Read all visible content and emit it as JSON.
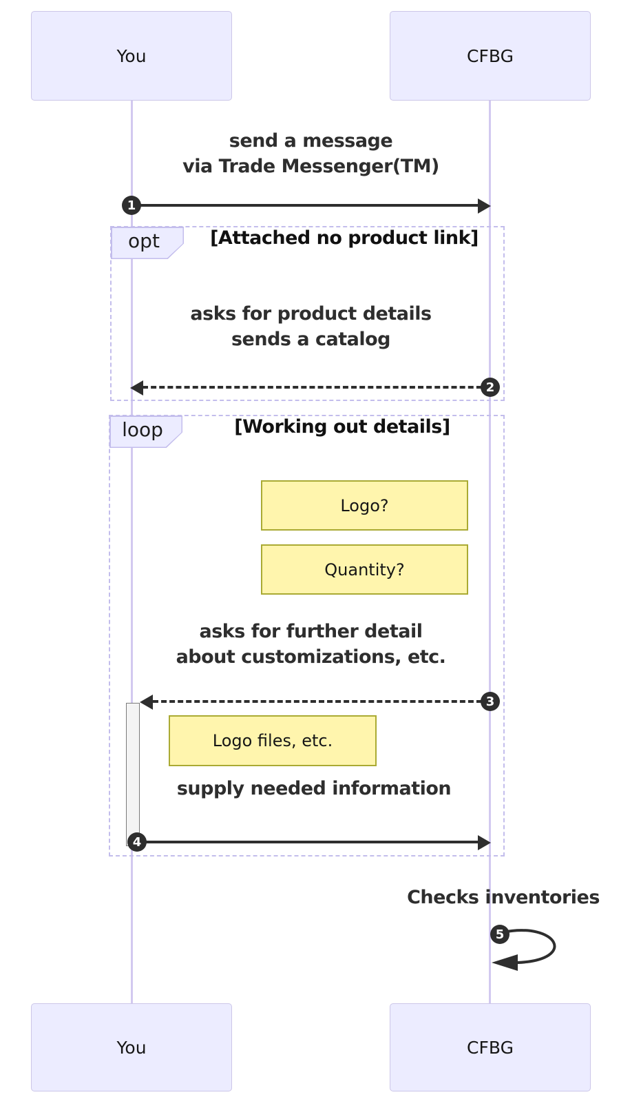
{
  "actors": [
    {
      "name": "You"
    },
    {
      "name": "CFBG"
    }
  ],
  "messages": {
    "m1": {
      "num": "1",
      "text": "send a message\nvia Trade Messenger(TM)",
      "kind": "solid-right"
    },
    "m2": {
      "num": "2",
      "text": "asks for product details\nsends a catalog",
      "kind": "dashed-left"
    },
    "m3": {
      "num": "3",
      "text": "asks for further detail\nabout customizations, etc.",
      "kind": "dashed-left"
    },
    "m4": {
      "num": "4",
      "text": "supply needed information",
      "kind": "solid-right"
    },
    "m5": {
      "num": "5",
      "text": "Checks inventories",
      "kind": "self-loop"
    }
  },
  "frames": {
    "opt": {
      "label": "opt",
      "title": "[Attached no product link]"
    },
    "loop": {
      "label": "loop",
      "title": "[Working out details]"
    }
  },
  "notes": {
    "logo": "Logo?",
    "quantity": "Quantity?",
    "logofiles": "Logo files, etc."
  },
  "colors": {
    "actorFill": "#ECECFF",
    "actorBorder": "#CCC6E8",
    "lifeline": "#D2C9F0",
    "frameBorder": "#C3BDEC",
    "labelFill": "#ECECFF",
    "noteFill": "#FFF5AD",
    "noteBorder": "#AAAA33",
    "ink": "#2E2E2E",
    "activationFill": "#F4F4F4",
    "activationBorder": "#7A7A7A",
    "badgeText": "#FFFFFF"
  }
}
